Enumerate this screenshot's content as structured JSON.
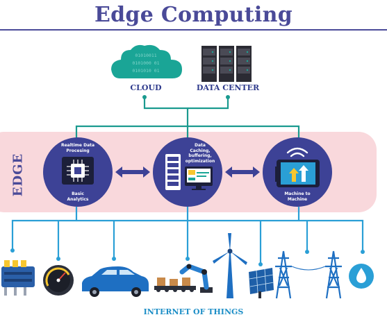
{
  "title": "Edge Computing",
  "top": {
    "cloud_label": "CLOUD",
    "cloud_binary": [
      "01010011",
      "0101000 01",
      "0101010 01"
    ],
    "datacenter_label": "DATA CENTER"
  },
  "edge": {
    "label": "EDGE",
    "left_circle": {
      "top_text": "Realtime Data Procesing",
      "bottom_text": "Basic Analytics"
    },
    "middle_circle": {
      "top_text": "Data Caching, buffering, optimization"
    },
    "right_circle": {
      "bottom_text": "Machine to Machine"
    }
  },
  "bottom": {
    "label": "INTERNET OF THINGS"
  },
  "devices": [
    "engine-icon",
    "gauge-icon",
    "car-icon",
    "robot-arm-conveyor-icon",
    "wind-turbine-icon",
    "solar-panel-icon",
    "power-pylon-icon",
    "power-pylon-icon",
    "water-drop-icon"
  ],
  "colors": {
    "title": "#4a4a98",
    "edge_band": "#f9d8dc",
    "circle": "#3d4296",
    "connector": "#1a9a8f",
    "iot_line": "#2a9fd6",
    "cloud": "#1aa596"
  }
}
